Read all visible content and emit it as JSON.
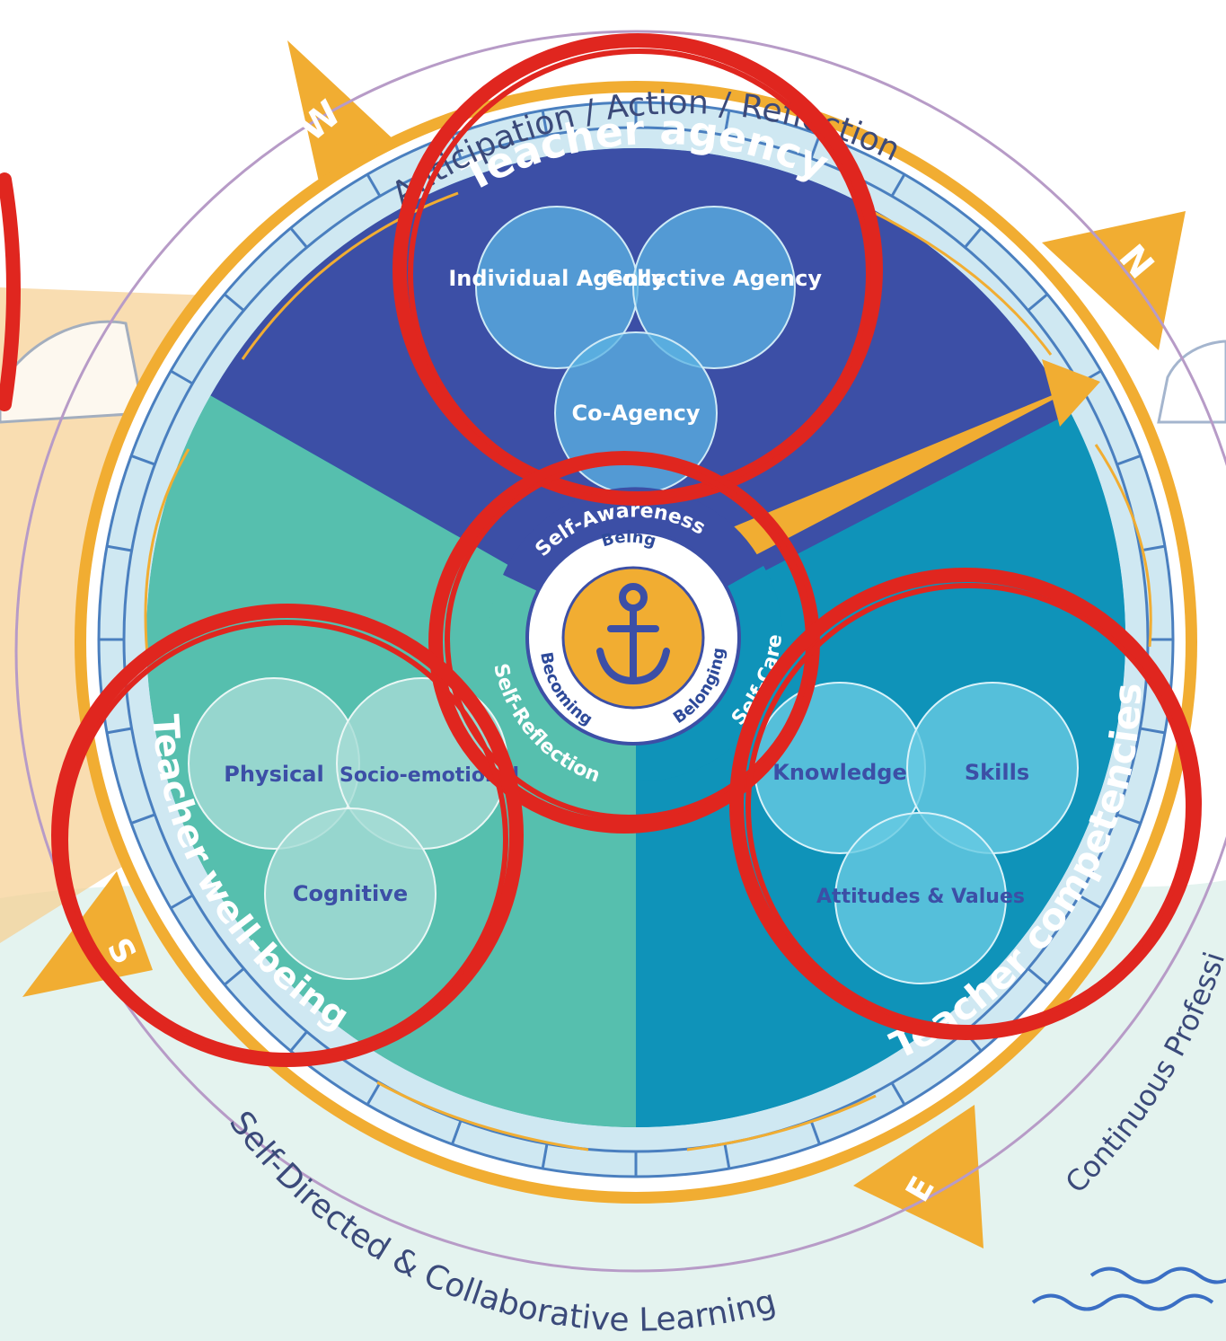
{
  "outer_ring": {
    "top_text": "Anticipation / Action / Reflection",
    "bottom_text": "Self-Directed & Collaborative Learning",
    "right_text": "Continuous Professional Learning"
  },
  "compass": {
    "letters": [
      "W",
      "N",
      "E",
      "S"
    ]
  },
  "sections": {
    "agency": {
      "title": "Teacher agency",
      "circles": [
        "Individual Agency",
        "Collective Agency",
        "Co-Agency"
      ]
    },
    "wellbeing": {
      "title": "Teacher well-being",
      "circles": [
        "Physical",
        "Socio-emotional",
        "Cognitive"
      ]
    },
    "competencies": {
      "title": "Teacher competencies",
      "circles": [
        "Knowledge",
        "Skills",
        "Attitudes & Values"
      ]
    }
  },
  "core_ring": {
    "top": "Self-Awareness",
    "left": "Self-Reflection",
    "right": "Self-Care"
  },
  "hub": {
    "words": [
      "Being",
      "Becoming",
      "Belonging"
    ]
  },
  "icons": [
    "anchor-icon",
    "compass-arrow-icon"
  ],
  "colors": {
    "agency": "#3c4fa6",
    "wellbeing": "#56bfae",
    "competencies": "#0f93b9",
    "gold": "#f1ad32",
    "annotation_red": "#e0261f",
    "ring_blue": "#cfe8f2",
    "purple_line": "#b79bc7"
  }
}
